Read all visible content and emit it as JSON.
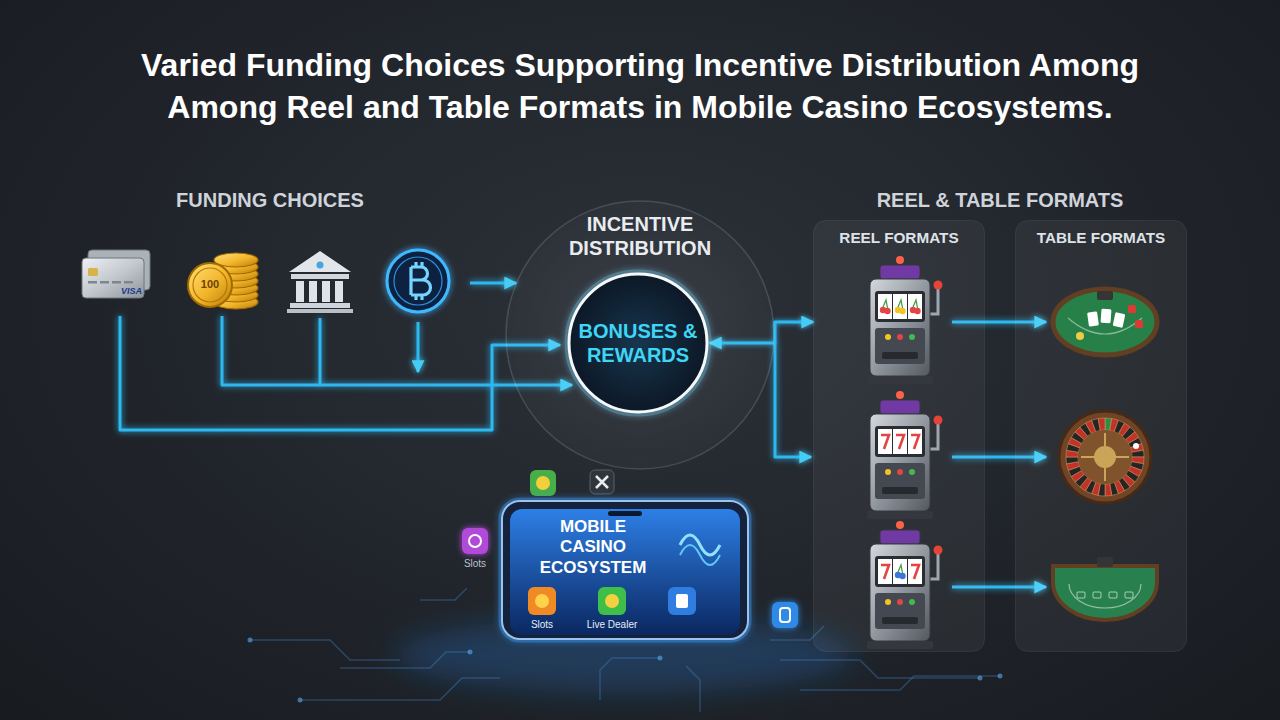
{
  "diagram": {
    "title": "Varied Funding Choices Supporting Incentive Distribution Among Among Reel and Table Formats in Mobile Casino Ecosystems.",
    "nodes": [
      {
        "text": [
          "INCENTIVE DISTRIBUTION"
        ]
      },
      {
        "text": [
          "BONUSES & REWARDS"
        ],
        "in": 0
      },
      {
        "text": [
          "MOBILE CASINO ECOSYSTEM"
        ]
      },
      {
        "text": [
          "REEL FORMATS"
        ]
      },
      {
        "text": [
          "TABLE FORMATS"
        ]
      }
    ],
    "edges": [
      {
        "from": 1,
        "to": 2,
        "arrow": "to"
      },
      {
        "from": 1,
        "to": 3,
        "arrow": "both"
      },
      {
        "from": 2,
        "to": 3,
        "arrow": "to"
      }
    ],
    "labels": [
      "FUNDING CHOICES",
      "VISA",
      "100",
      "REEL & TABLE FORMATS",
      "Slots",
      "Slots",
      "Live Dealer"
    ]
  }
}
